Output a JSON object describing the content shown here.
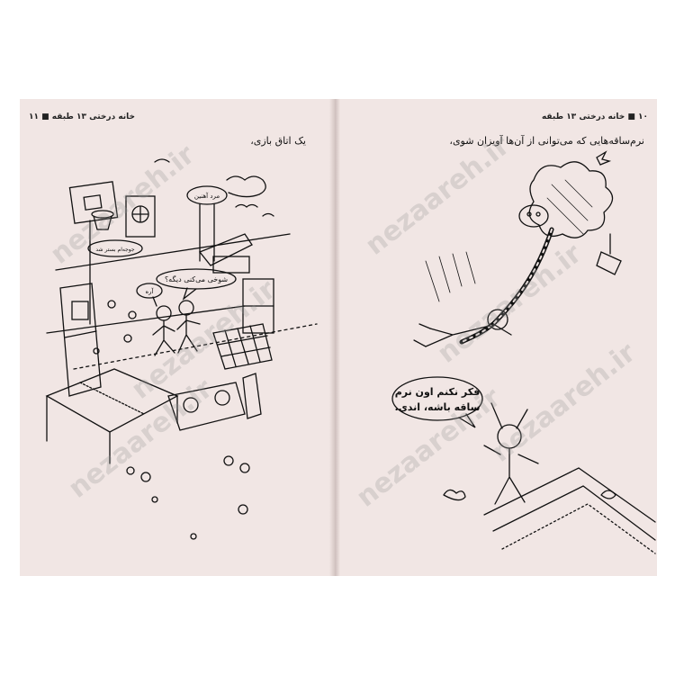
{
  "left_page": {
    "running_head": "خانه درختی ۱۳ طبقه ■ ۱۱",
    "caption": "یک اتاق بازی،",
    "labels": {
      "sign": "مرد آهنین",
      "game_banner": "جوجه‌ام بستر شد",
      "bubble_question": "شوخی می‌کنی دیگه؟",
      "bubble_answer": "آره"
    }
  },
  "right_page": {
    "running_head": "۱۰ ■ خانه درختی ۱۳ طبقه",
    "caption": "نرم‌ساقه‌هایی که می‌توانی از آن‌ها آویزان شوی،",
    "bubble_line1": "فکر نکنم اون نرم",
    "bubble_line2": "ساقه باشه، اندی."
  },
  "watermark": "nezaareh.ir",
  "colors": {
    "paper": "#f1e6e4",
    "ink": "#111111"
  }
}
